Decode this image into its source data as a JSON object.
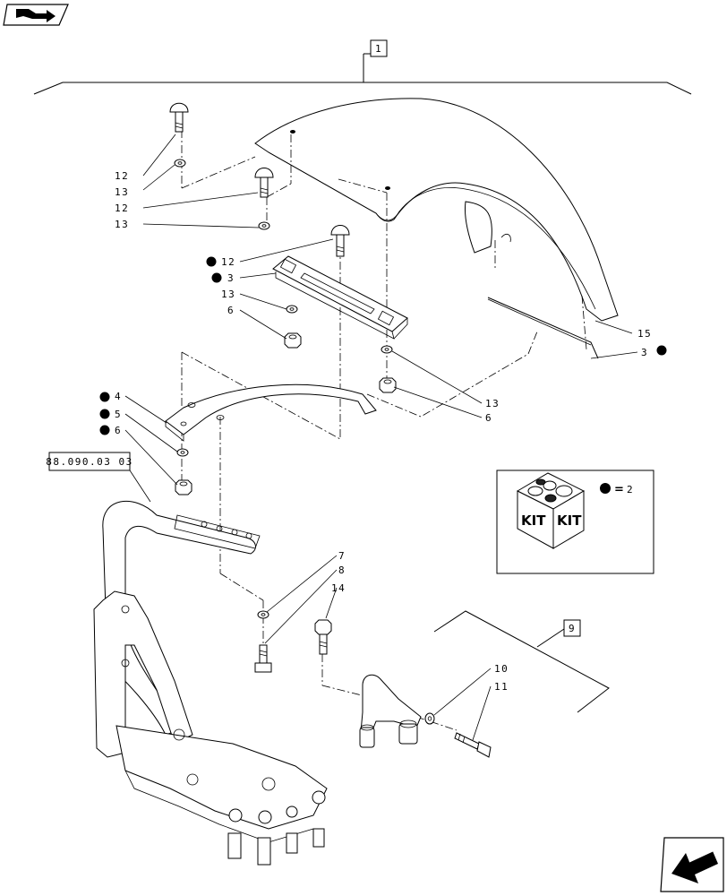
{
  "reference_boxes": {
    "assembly": "1",
    "group": "9",
    "cross_reference": "88.090.03 03"
  },
  "callouts": {
    "c12a": "12",
    "c13a": "13",
    "c12b": "12",
    "c13b": "13",
    "c12c": "12",
    "c3a": "3",
    "c13c": "13",
    "c6a": "6",
    "c4": "4",
    "c5": "5",
    "c6b": "6",
    "c15": "15",
    "c3b": "3",
    "c13d": "13",
    "c6c": "6",
    "c7": "7",
    "c8": "8",
    "c14": "14",
    "c10": "10",
    "c11": "11"
  },
  "kit": {
    "label_left": "KIT",
    "label_right": "KIT",
    "equals": "=",
    "number": "2"
  },
  "icons": {
    "top_left": "arrow-right-icon",
    "bottom_right": "arrow-back-icon"
  }
}
